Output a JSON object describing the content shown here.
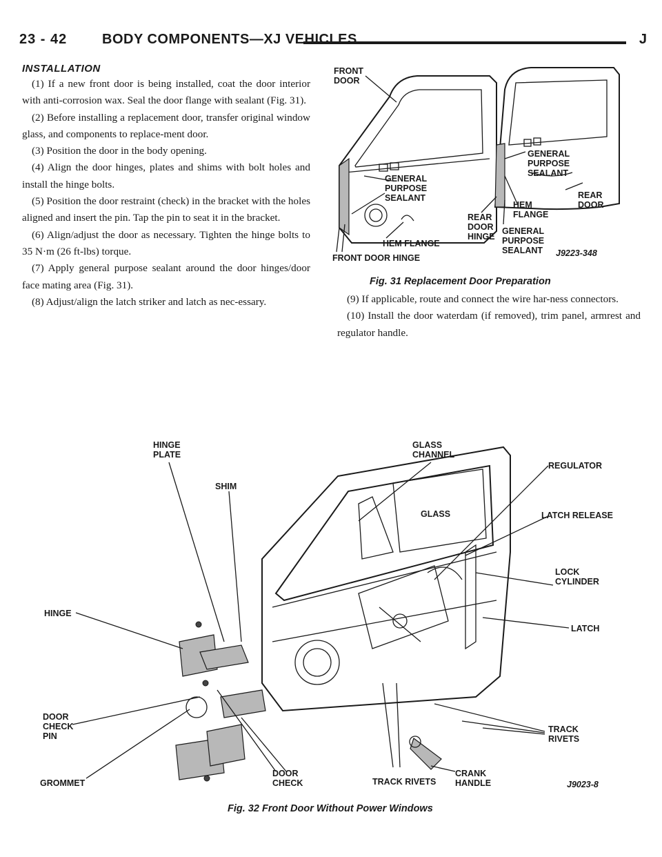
{
  "header": {
    "page_number": "23 - 42",
    "title": "BODY COMPONENTS—XJ VEHICLES",
    "mark": "J"
  },
  "section": {
    "heading": "INSTALLATION",
    "steps_left": [
      "(1) If a new front door is being installed, coat the door interior with anti-corrosion wax. Seal the door flange with sealant (Fig. 31).",
      "(2) Before installing a replacement door, transfer original window glass, and components to replace-ment door.",
      "(3) Position the door in the body opening.",
      "(4) Align the door hinges, plates and shims with bolt holes and install the hinge bolts.",
      "(5) Position the door restraint (check) in the bracket with the holes aligned and insert the pin. Tap the pin to seat it in the bracket.",
      "(6) Align/adjust the door as necessary. Tighten the hinge bolts to 35 N·m (26 ft-lbs) torque.",
      "(7) Apply general purpose sealant around the door hinges/door face mating area (Fig. 31).",
      "(8) Adjust/align the latch striker and latch as nec-essary."
    ],
    "steps_right": [
      "(9) If applicable, route and connect the wire har-ness connectors.",
      "(10) Install the door waterdam (if removed), trim panel, armrest and regulator handle."
    ]
  },
  "fig31": {
    "caption": "Fig. 31 Replacement Door Preparation",
    "code": "J9223-348",
    "labels": {
      "front_door": "FRONT\nDOOR",
      "gps_left": "GENERAL\nPURPOSE\nSEALANT",
      "hem_flange_left": "HEM FLANGE",
      "front_door_hinge": "FRONT DOOR HINGE",
      "rear_door_hinge": "REAR\nDOOR\nHINGE",
      "gps_bottom": "GENERAL\nPURPOSE\nSEALANT",
      "hem_flange_right": "HEM\nFLANGE",
      "gps_right": "GENERAL\nPURPOSE\nSEALANT",
      "rear_door": "REAR\nDOOR"
    }
  },
  "fig32": {
    "caption": "Fig. 32 Front Door Without Power Windows",
    "code": "J9023-8",
    "labels": {
      "hinge_plate": "HINGE\nPLATE",
      "shim": "SHIM",
      "glass_channel": "GLASS\nCHANNEL",
      "glass": "GLASS",
      "regulator": "REGULATOR",
      "latch_release": "LATCH RELEASE",
      "lock_cylinder": "LOCK\nCYLINDER",
      "latch": "LATCH",
      "hinge": "HINGE",
      "door_check_pin": "DOOR\nCHECK\nPIN",
      "grommet": "GROMMET",
      "door_check": "DOOR\nCHECK",
      "track_rivets_bottom": "TRACK RIVETS",
      "crank_handle": "CRANK\nHANDLE",
      "track_rivets_right": "TRACK\nRIVETS"
    }
  }
}
